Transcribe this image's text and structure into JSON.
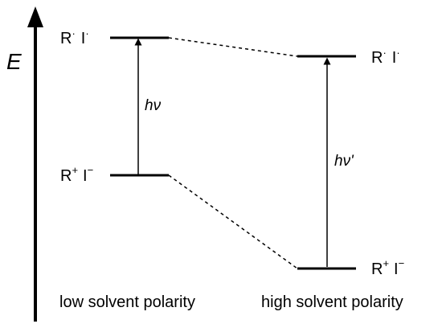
{
  "axis": {
    "label": "E"
  },
  "states": {
    "low_upper": {
      "r": "R",
      "r_sup": "·",
      "i": "I",
      "i_sup": "·"
    },
    "low_lower": {
      "r": "R",
      "r_sup": "+",
      "i": "I",
      "i_sup": "−"
    },
    "high_upper": {
      "r": "R",
      "r_sup": "·",
      "i": "I",
      "i_sup": "·"
    },
    "high_lower": {
      "r": "R",
      "r_sup": "+",
      "i": "I",
      "i_sup": "−"
    }
  },
  "transitions": {
    "low": "hν",
    "high": "hν'"
  },
  "captions": {
    "low": "low solvent polarity",
    "high": "high solvent polarity"
  },
  "colors": {
    "ink": "#000000",
    "background": "#ffffff"
  }
}
